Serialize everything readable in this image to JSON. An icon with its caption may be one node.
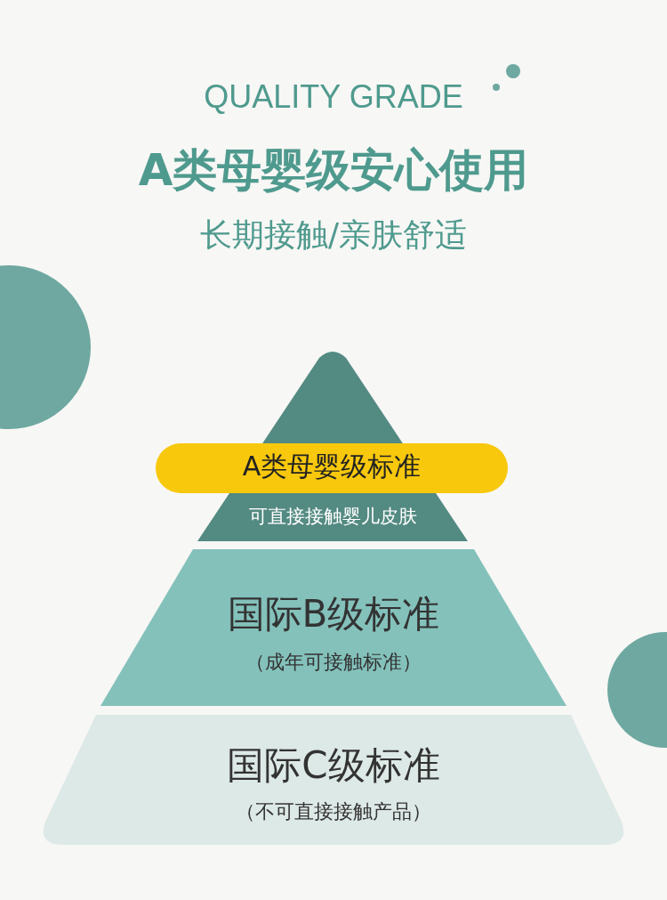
{
  "diagram": {
    "title": "A类母婴级安心使用",
    "nodes": [
      {
        "text": [
          "A类母婴级标准"
        ]
      },
      {
        "text": [
          "可直接接触婴儿皮肤"
        ]
      },
      {
        "text": [
          "国际B级标准",
          "（成年可接触标准）"
        ]
      },
      {
        "text": [
          "国际C级标准",
          "（不可直接接触产品）"
        ]
      }
    ],
    "labels": [
      "QUALITY GRADE",
      "长期接触/亲肤舒适"
    ]
  }
}
